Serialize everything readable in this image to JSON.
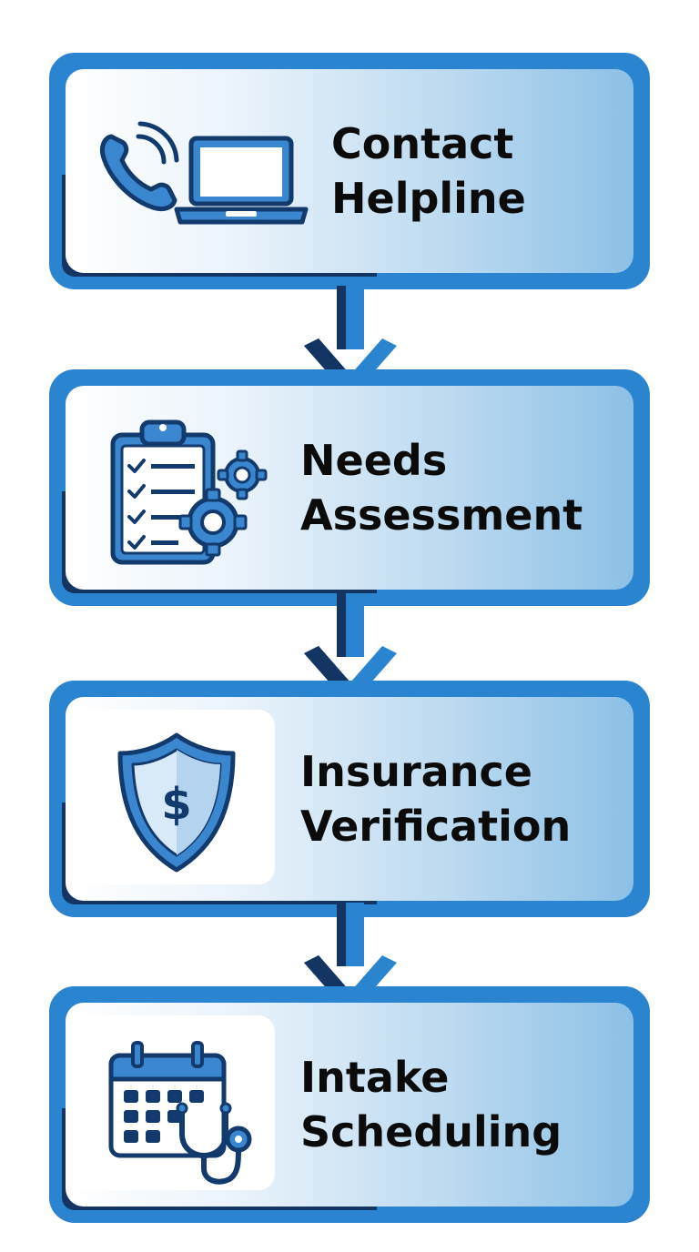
{
  "palette": {
    "primary": "#2a84cf",
    "dark": "#143462",
    "icon_fill": "#3a86cf",
    "icon_stroke": "#133a6c",
    "text": "#0b0b0b"
  },
  "steps": [
    {
      "line1": "Contact",
      "line2": "Helpline",
      "icons": [
        "phone-icon",
        "laptop-icon"
      ]
    },
    {
      "line1": "Needs",
      "line2": "Assessment",
      "icons": [
        "clipboard-checklist-icon",
        "gears-icon"
      ]
    },
    {
      "line1": "Insurance",
      "line2": "Verification",
      "icons": [
        "shield-dollar-icon"
      ]
    },
    {
      "line1": "Intake",
      "line2": "Scheduling",
      "icons": [
        "calendar-icon",
        "stethoscope-icon"
      ]
    }
  ]
}
